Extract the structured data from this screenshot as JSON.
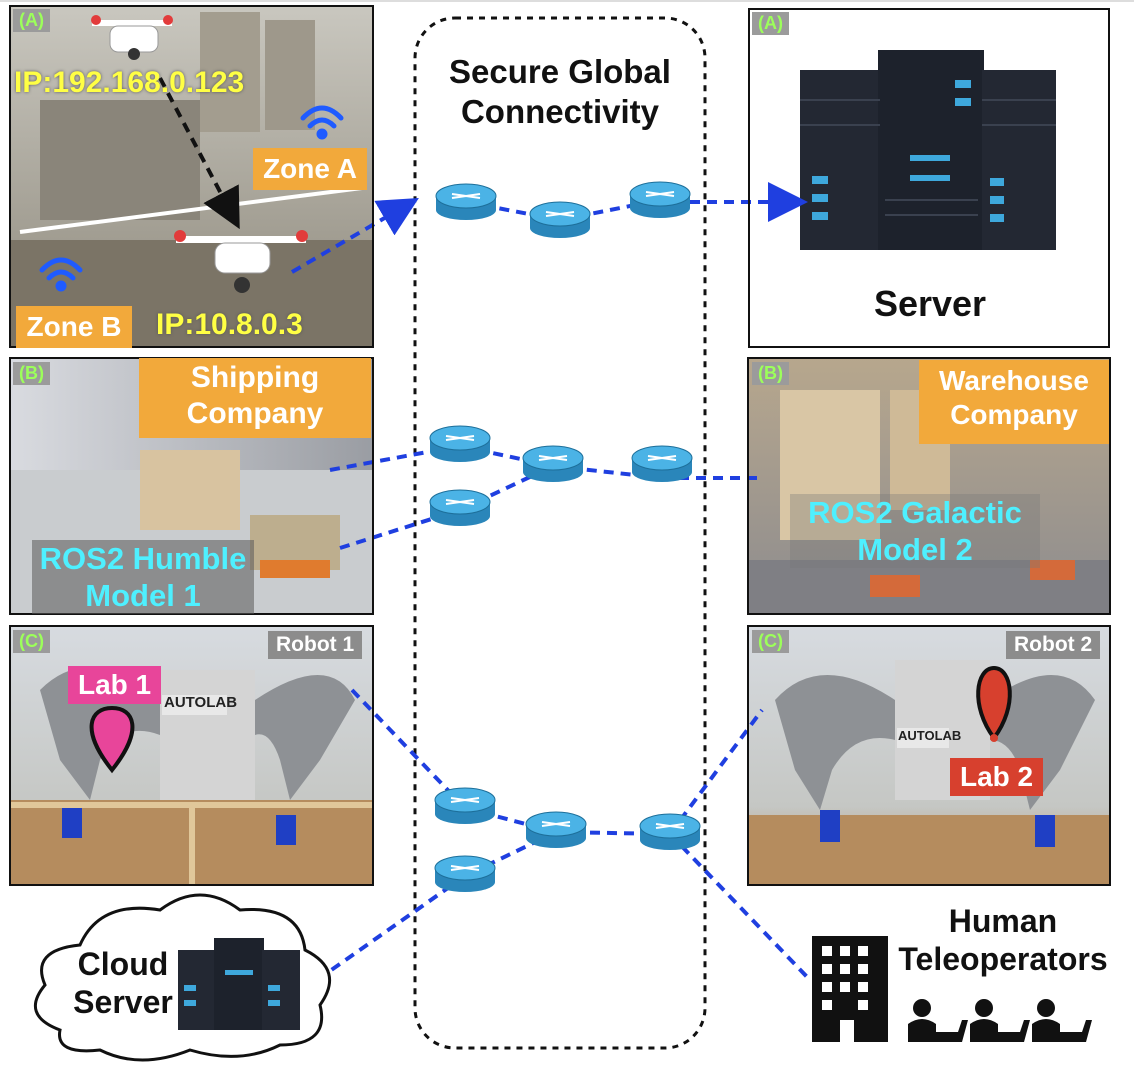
{
  "backbone": {
    "title_line1": "Secure Global",
    "title_line2": "Connectivity"
  },
  "rowA": {
    "left_tag": "(A)",
    "ip_top": "IP:192.168.0.123",
    "ip_bottom": "IP:10.8.0.3",
    "zone_a": "Zone A",
    "zone_b": "Zone B",
    "right_tag": "(A)",
    "server_label": "Server"
  },
  "rowB": {
    "left_tag": "(B)",
    "shipping_line1": "Shipping",
    "shipping_line2": "Company",
    "ros_left_line1": "ROS2 Humble",
    "ros_left_line2": "Model 1",
    "right_tag": "(B)",
    "warehouse_line1": "Warehouse",
    "warehouse_line2": "Company",
    "ros_right_line1": "ROS2 Galactic",
    "ros_right_line2": "Model 2"
  },
  "rowC": {
    "left_tag": "(C)",
    "robot1": "Robot 1",
    "lab1": "Lab 1",
    "right_tag": "(C)",
    "robot2": "Robot 2",
    "lab2": "Lab 2",
    "autolab": "AUTOLAB"
  },
  "bottom": {
    "cloud_line1": "Cloud",
    "cloud_line2": "Server",
    "human_line1": "Human",
    "human_line2": "Teleoperators"
  },
  "colors": {
    "link": "#1f3fe0",
    "router": "#3ea8dc",
    "orange_tag": "#f2a93b",
    "ros_text": "#4ef0ff",
    "ip_text": "#ffff44",
    "lab1_tag": "#e8459a",
    "lab2_tag": "#d7402e"
  }
}
